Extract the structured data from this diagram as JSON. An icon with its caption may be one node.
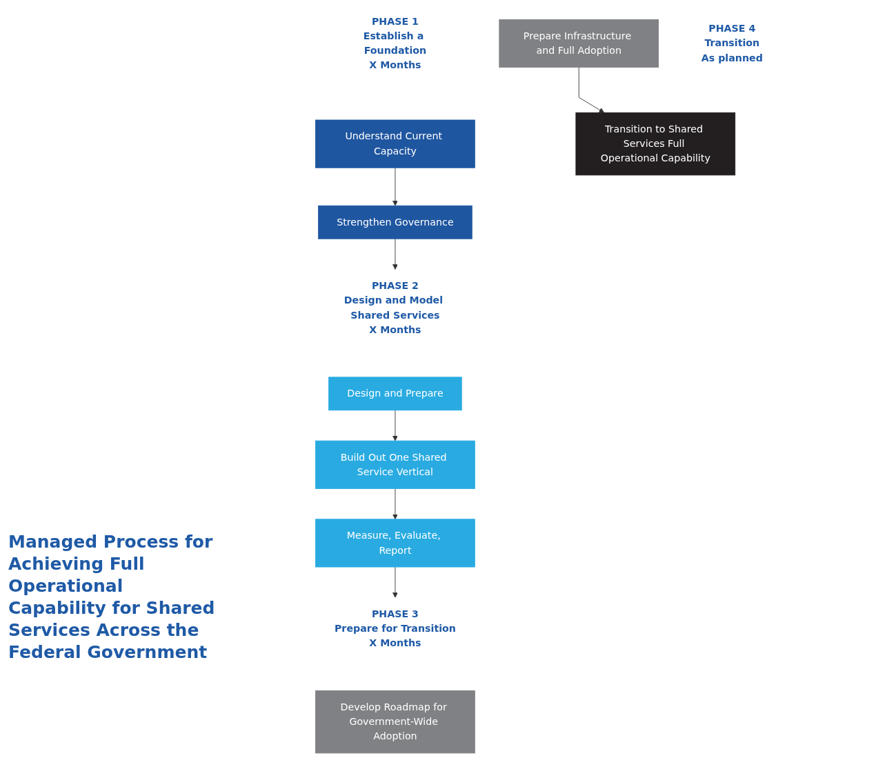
{
  "diagram": {
    "nodes": [
      {
        "text": [
          "PHASE 1",
          "Establish a Foundation",
          "X Months"
        ]
      },
      {
        "text": [
          "Understand Current Capacity"
        ]
      },
      {
        "text": [
          "Strengthen Governance"
        ]
      },
      {
        "text": [
          "PHASE 2",
          "Design and Model Shared Services",
          "X Months"
        ]
      },
      {
        "text": [
          "Design and Prepare"
        ]
      },
      {
        "text": [
          "Build Out One Shared Service Vertical"
        ]
      },
      {
        "text": [
          "Measure, Evaluate, Report"
        ]
      },
      {
        "text": [
          "PHASE 3",
          "Prepare for Transition",
          "X Months"
        ]
      },
      {
        "text": [
          "Develop Roadmap for Government-Wide Adoption"
        ]
      },
      {
        "text": [
          "Prepare Infrastructure and Full Adoption"
        ]
      },
      {
        "text": [
          "PHASE 4",
          "Transition",
          "As planned"
        ]
      },
      {
        "text": [
          "Transition to Shared Services Full Operational Capability"
        ]
      }
    ],
    "edges": [
      {
        "from": 1,
        "to": 2,
        "arrow": "to"
      },
      {
        "from": 2,
        "to": 3,
        "arrow": "to"
      },
      {
        "from": 4,
        "to": 5,
        "arrow": "to"
      },
      {
        "from": 5,
        "to": 6,
        "arrow": "to"
      },
      {
        "from": 6,
        "to": 7,
        "arrow": "to"
      },
      {
        "from": 9,
        "to": 11,
        "arrow": "to"
      }
    ],
    "labels": [
      "Managed Process for Achieving Full Operational Capability for Shared Services Across the Federal Government"
    ]
  }
}
